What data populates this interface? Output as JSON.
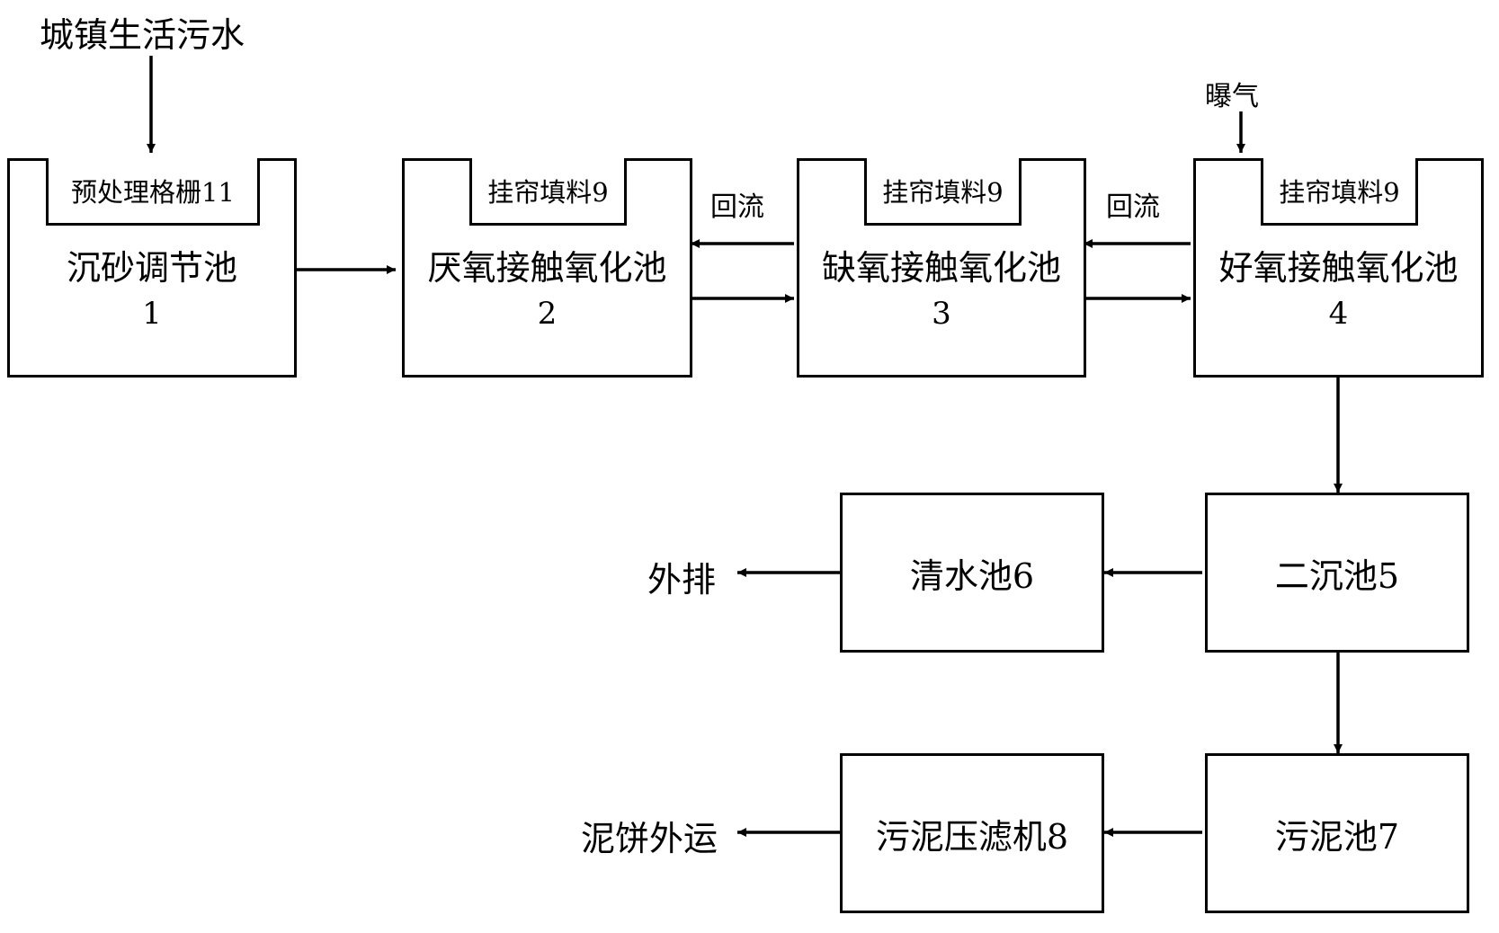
{
  "input": "城镇生活污水",
  "aeration": "曝气",
  "reflux_1": "回流",
  "reflux_2": "回流",
  "discharge": "外排",
  "sludge_cake": "泥饼外运",
  "tank1": {
    "tag": "预处理格栅11",
    "name": "沉砂调节池",
    "number": "1"
  },
  "tank2": {
    "tag": "挂帘填料9",
    "name": "厌氧接触氧化池",
    "number": "2"
  },
  "tank3": {
    "tag": "挂帘填料9",
    "name": "缺氧接触氧化池",
    "number": "3"
  },
  "tank4": {
    "tag": "挂帘填料9",
    "name": "好氧接触氧化池",
    "number": "4"
  },
  "secondary_clarifier": "二沉池5",
  "clear_water_tank": "清水池6",
  "sludge_tank": "污泥池7",
  "filter_press": "污泥压滤机8"
}
